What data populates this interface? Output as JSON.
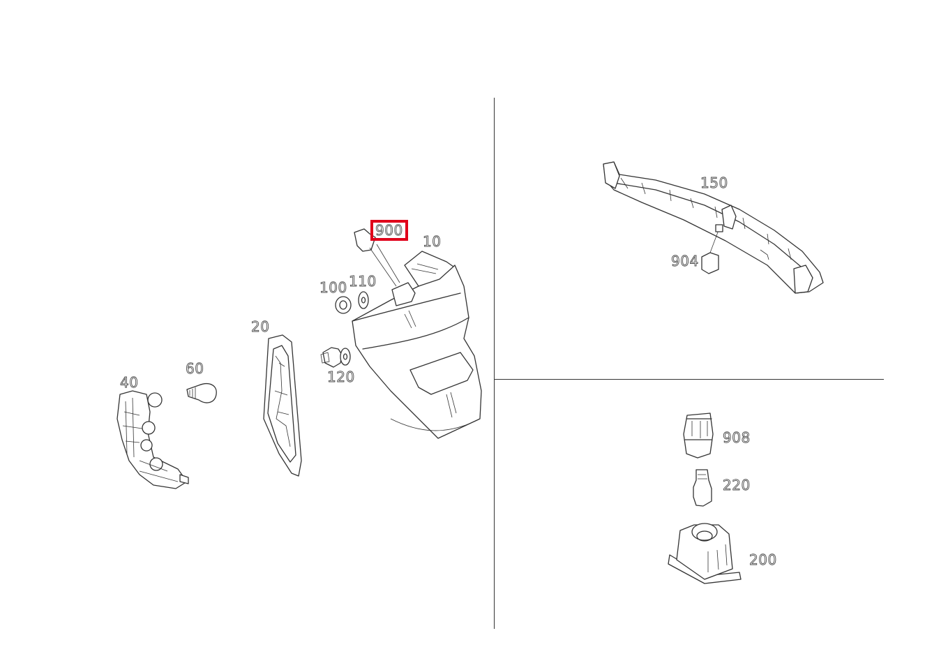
{
  "diagram": {
    "accent_color": "#e0001a",
    "selected_part": "900",
    "callouts": {
      "p900": "900",
      "p10": "10",
      "p100": "100",
      "p110": "110",
      "p20": "20",
      "p120": "120",
      "p40": "40",
      "p60": "60",
      "p150": "150",
      "p904": "904",
      "p908": "908",
      "p220": "220",
      "p200": "200"
    }
  }
}
